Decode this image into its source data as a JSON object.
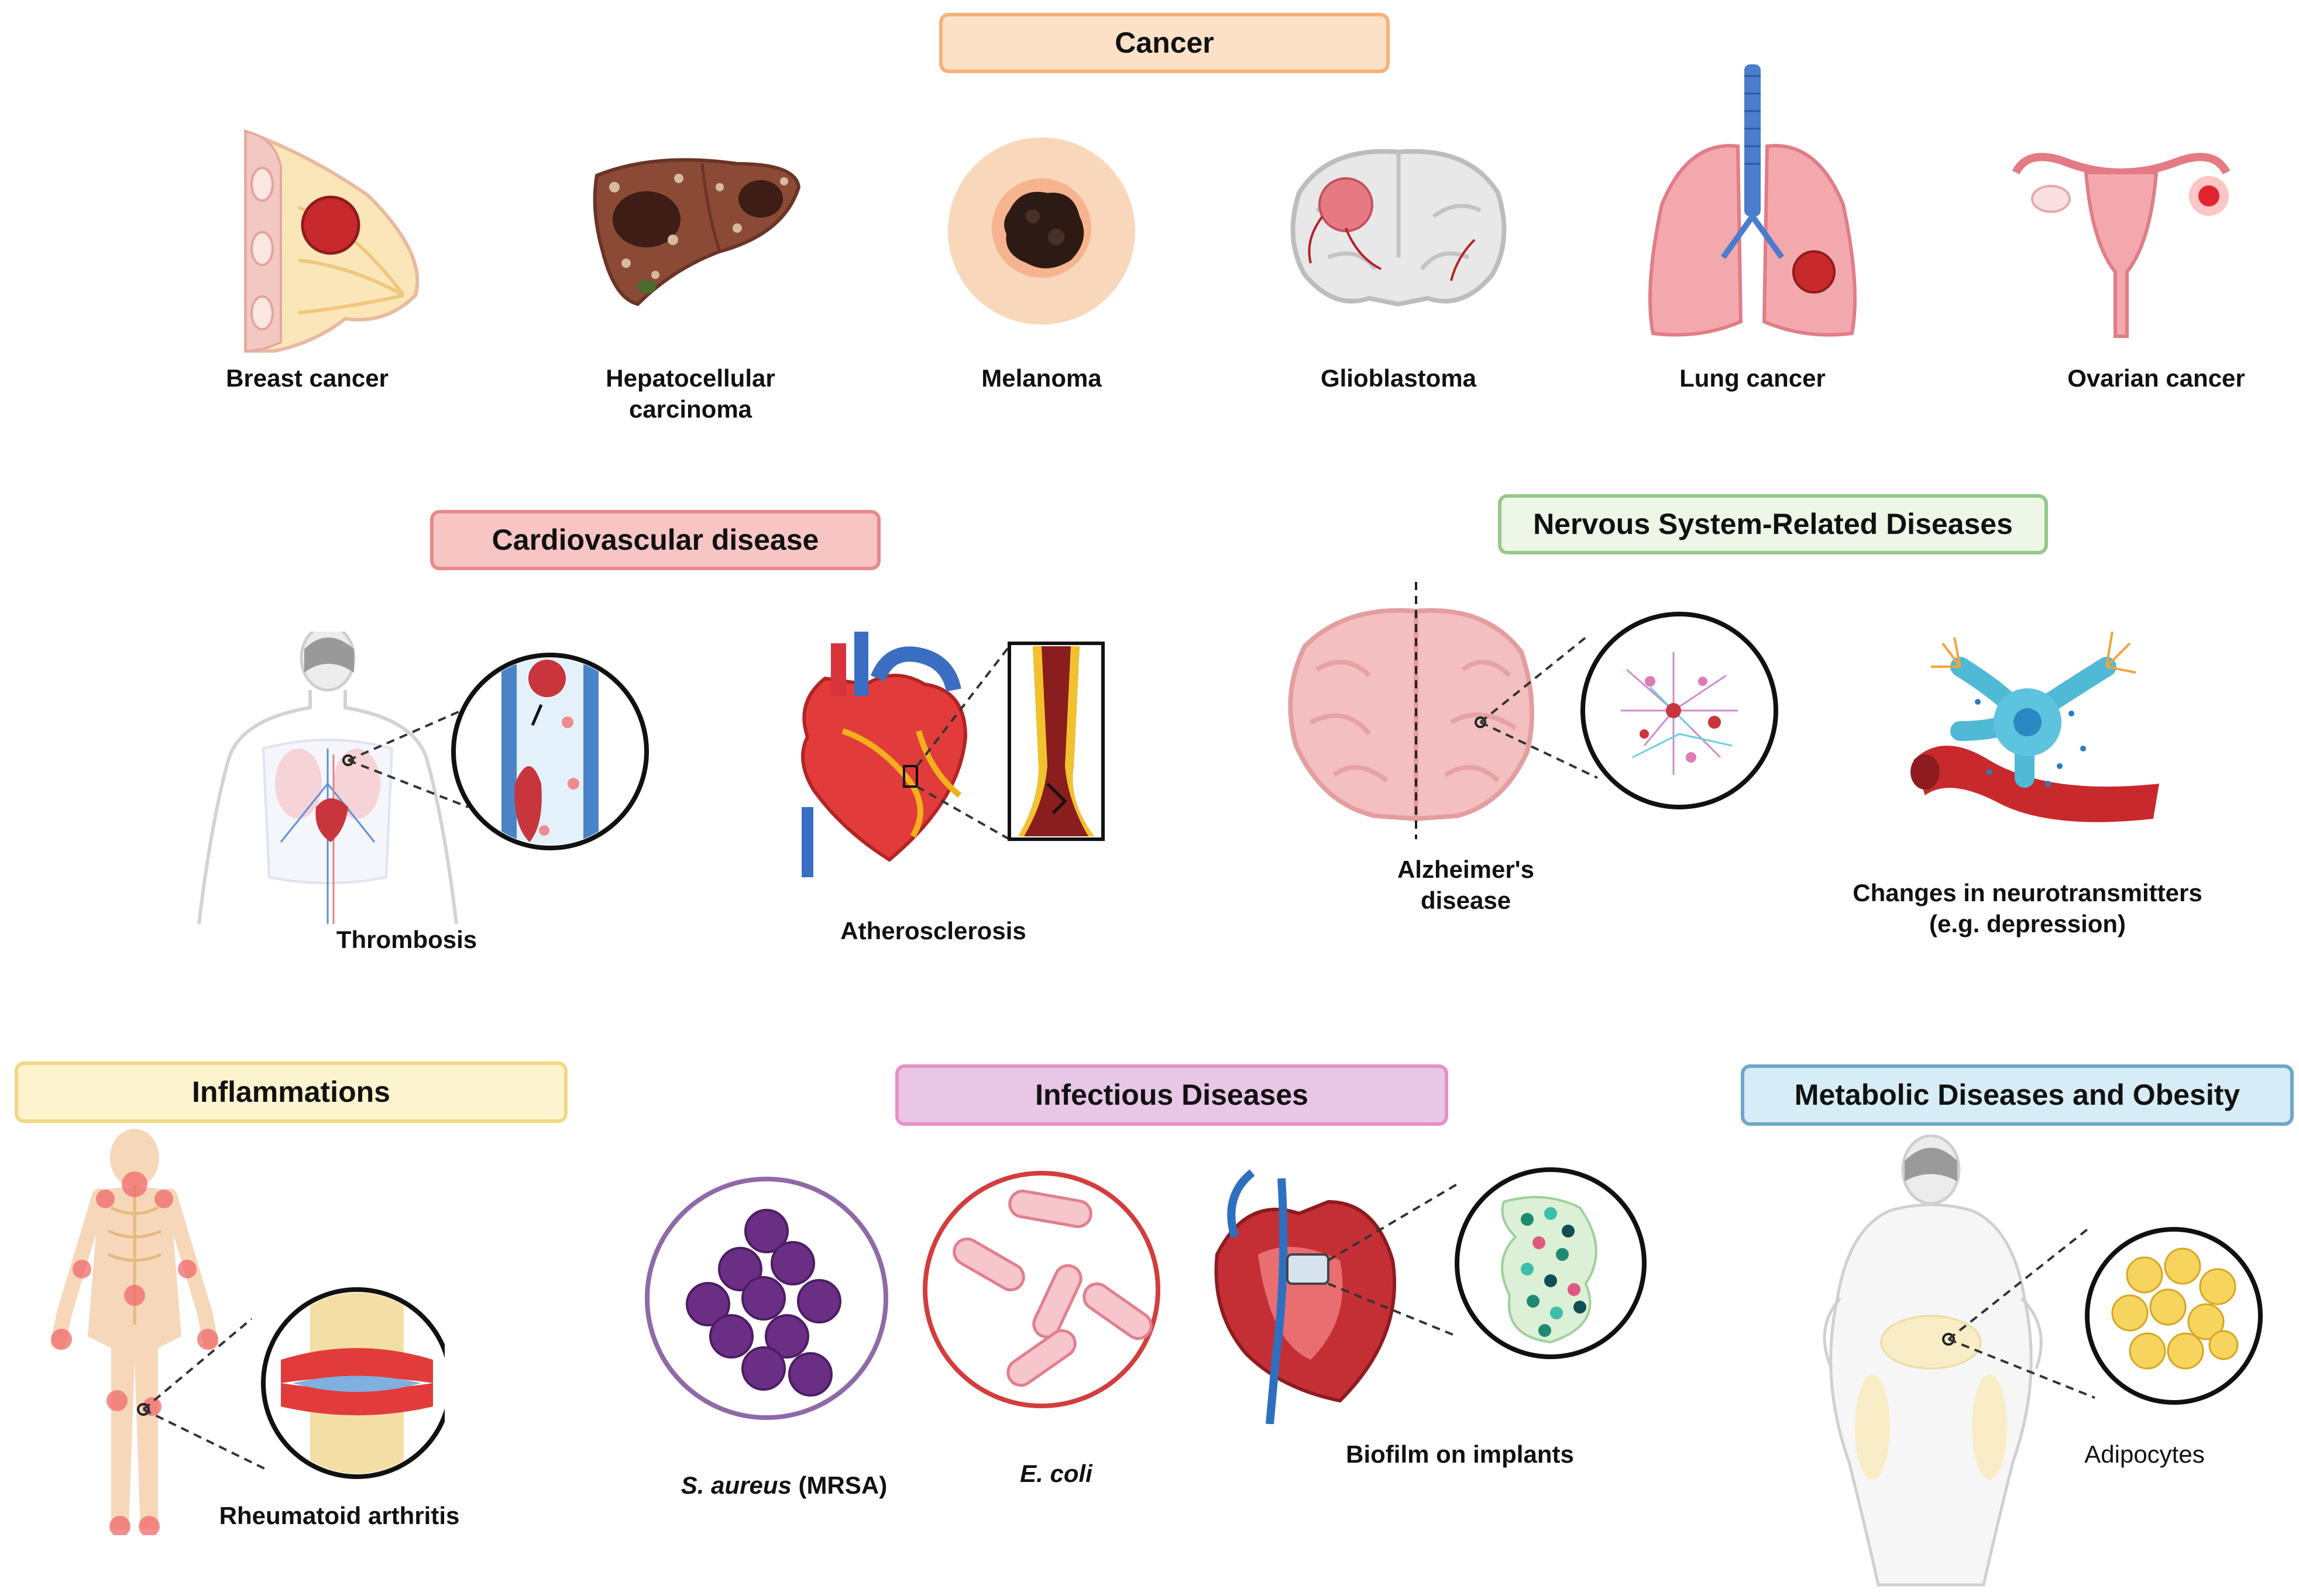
{
  "colors": {
    "cancer_fill": "#fde1c7",
    "cancer_border": "#f5b07a",
    "cardio_fill": "#f8c5c5",
    "cardio_border": "#e98a8a",
    "nervous_fill": "#edf6e7",
    "nervous_border": "#95c98a",
    "inflam_fill": "#fcf4cf",
    "inflam_border": "#f2d784",
    "infect_fill": "#e8c6e6",
    "infect_border": "#e890c6",
    "metab_fill": "#d6ecf7",
    "metab_border": "#6ea7c9"
  },
  "sections": {
    "cancer": "Cancer",
    "cardio": "Cardiovascular disease",
    "nervous": "Nervous System-Related Diseases",
    "inflam": "Inflammations",
    "infect": "Infectious Diseases",
    "metab": "Metabolic Diseases and Obesity"
  },
  "labels": {
    "breast": "Breast cancer",
    "liver": "Hepatocellular\ncarcinoma",
    "melanoma": "Melanoma",
    "glioblastoma": "Glioblastoma",
    "lung": "Lung cancer",
    "ovarian": "Ovarian cancer",
    "thrombosis": "Thrombosis",
    "athero": "Atherosclerosis",
    "alzheimer": "Alzheimer's\ndisease",
    "neuro": "Changes in neurotransmitters\n(e.g. depression)",
    "arthritis": "Rheumatoid arthritis",
    "saureus_italic": "S. aureus",
    "saureus_rest": " (MRSA)",
    "ecoli": "E. coli",
    "biofilm": "Biofilm on implants",
    "adipocytes": "Adipocytes"
  }
}
